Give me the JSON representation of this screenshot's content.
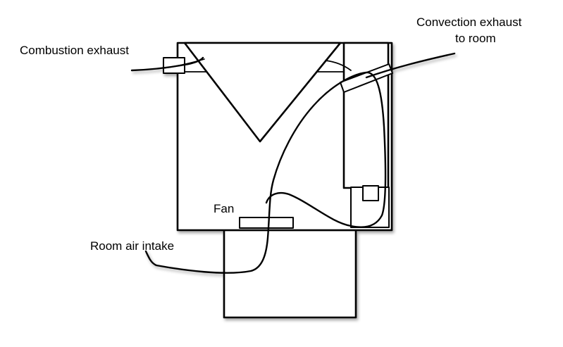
{
  "labels": {
    "combustion_exhaust": "Combustion exhaust",
    "convection_exhaust_line1": "Convection exhaust",
    "convection_exhaust_line2": "to room",
    "fan": "Fan",
    "room_air_intake": "Room air intake"
  },
  "colors": {
    "stroke": "#000000",
    "shadow": "#8a8a8a",
    "fill": "#ffffff"
  }
}
